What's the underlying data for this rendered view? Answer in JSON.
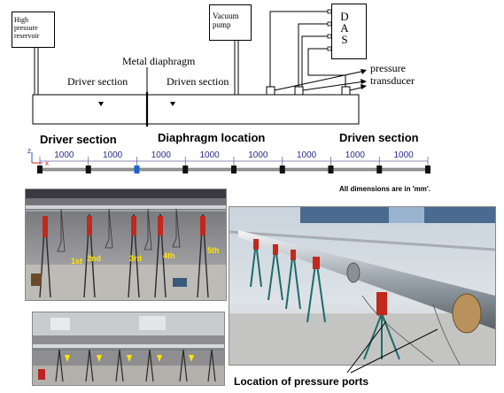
{
  "schematic": {
    "reservoir_label": "High pressure reservoir",
    "vacuum_label": "Vacuum pump",
    "das_label": "D A S",
    "metal_diaphragm_label": "Metal diaphragm",
    "driver_section_label": "Driver section",
    "driven_section_label": "Driven section",
    "pressure_transducer_label_line1": "pressure",
    "pressure_transducer_label_line2": "transducer"
  },
  "dimension_bar": {
    "driver_heading": "Driver section",
    "diaphragm_heading": "Diaphragm location",
    "driven_heading": "Driven section",
    "segments": [
      "1000",
      "1000",
      "1000",
      "1000",
      "1000",
      "1000",
      "1000",
      "1000"
    ],
    "axis_z": "z",
    "axis_x": "x",
    "note": "All dimensions are in 'mm'."
  },
  "photos": {
    "stands": [
      "1st",
      "2nd",
      "3rd",
      "4th",
      "5th"
    ],
    "caption": "Location of pressure ports"
  },
  "colors": {
    "stand_marker": "#ffe600",
    "dimension_text": "#2a2a8a",
    "stand_red": "#c2281c",
    "stand_teal": "#1d6b6b"
  }
}
